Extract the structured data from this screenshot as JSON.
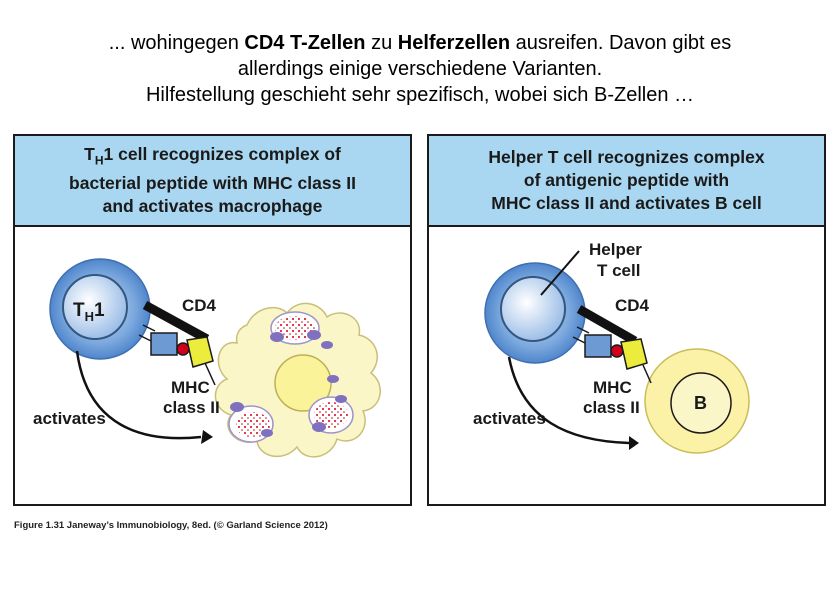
{
  "header": {
    "line1_pre": "... wohingegen ",
    "line1_bold1": "CD4 T-Zellen",
    "line1_mid": " zu ",
    "line1_bold2": "Helferzellen",
    "line1_post": " ausreifen. Davon gibt es",
    "line2": "allerdings einige verschiedene Varianten.",
    "line3": "Hilfestellung geschieht sehr spezifisch, wobei sich B-Zellen …"
  },
  "left_panel": {
    "title_line1_pre": "T",
    "title_line1_sub": "H",
    "title_line1_post": "1 cell recognizes complex of",
    "title_line2": "bacterial peptide with MHC class II",
    "title_line3": "and activates macrophage",
    "cell_label_main": "T",
    "cell_label_sub": "H",
    "cell_label_post": "1",
    "cd4_label": "CD4",
    "mhc_label_line1": "MHC",
    "mhc_label_line2": "class II",
    "activates_label": "activates"
  },
  "right_panel": {
    "title_line1": "Helper T cell recognizes complex",
    "title_line2": "of antigenic peptide with",
    "title_line3": "MHC class II and activates B cell",
    "helper_label_line1": "Helper",
    "helper_label_line2": "T cell",
    "cd4_label": "CD4",
    "mhc_label_line1": "MHC",
    "mhc_label_line2": "class II",
    "b_cell_label": "B",
    "activates_label": "activates"
  },
  "caption": "Figure 1.31  Janeway’s Immunobiology, 8ed. (© Garland Science 2012)",
  "colors": {
    "header_blue": "#a9d6f0",
    "t_cell_blue": "#5b8fd0",
    "receptor_blue": "#6d9ad3",
    "mhc_yellow": "#ecec3c",
    "macrophage_yellow": "#fbf6c8",
    "b_cell_yellow": "#fbf2a8",
    "peptide_red": "#d0021b",
    "vesicle_purple": "#8070c0"
  }
}
